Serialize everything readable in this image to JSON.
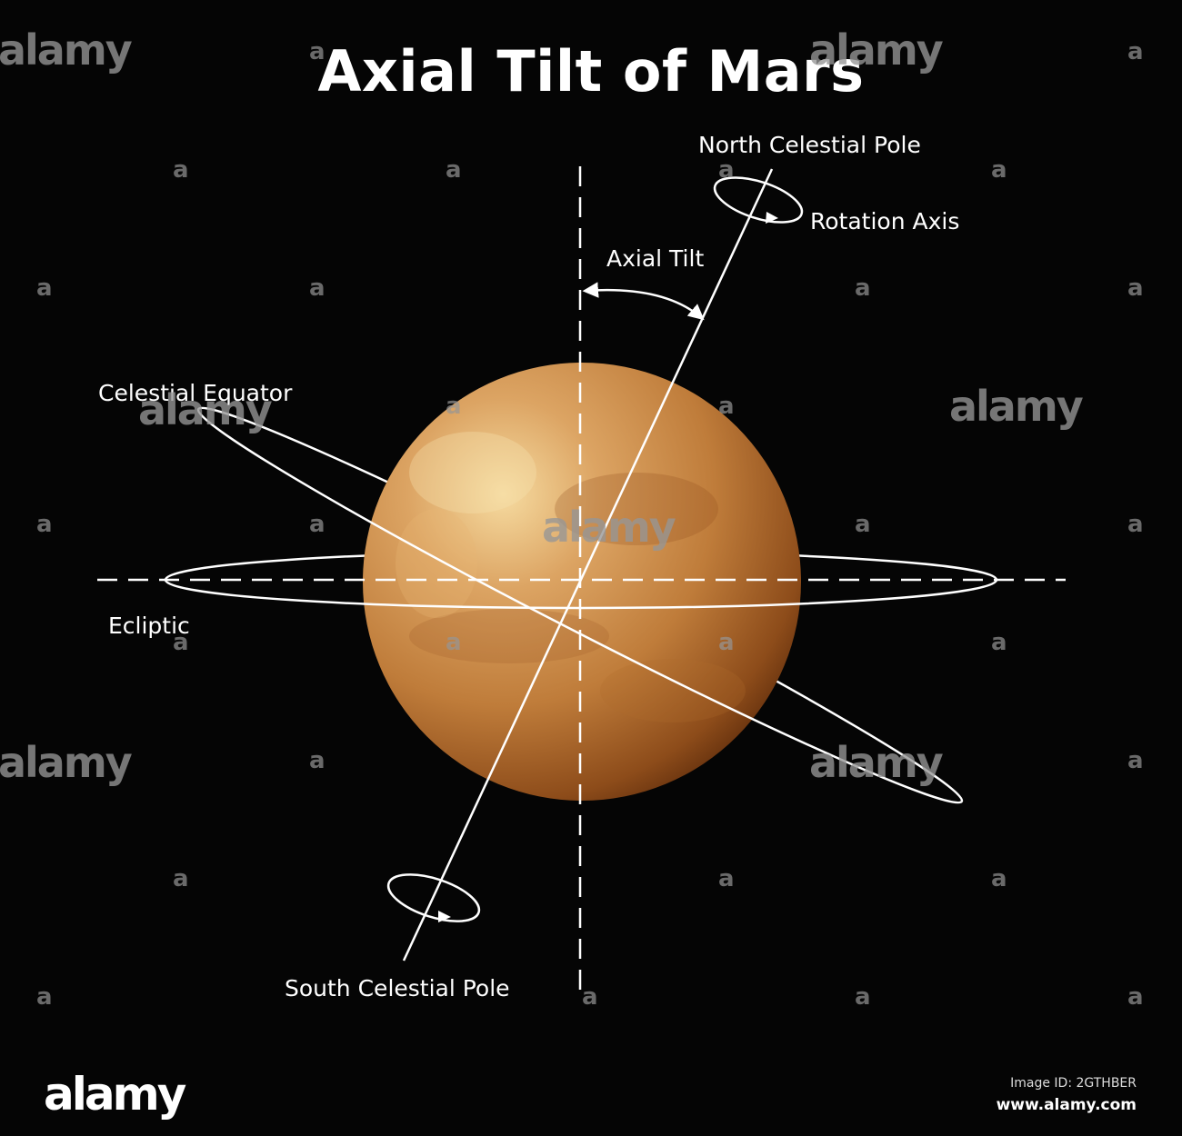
{
  "title": "Axial Tilt of Mars",
  "labels": {
    "north_pole": "North Celestial Pole",
    "rotation_axis": "Rotation Axis",
    "axial_tilt": "Axial Tilt",
    "celestial_equator": "Celestial Equator",
    "ecliptic": "Ecliptic",
    "south_pole": "South Celestial Pole"
  },
  "colors": {
    "background": "#050505",
    "lines": "#ffffff",
    "planet_light": "#f0c98a",
    "planet_mid": "#c98a45",
    "planet_dark": "#7a3f12"
  },
  "watermark": {
    "brand": "alamy",
    "mark": "a",
    "image_id": "Image ID: 2GTHBER",
    "url": "www.alamy.com"
  }
}
